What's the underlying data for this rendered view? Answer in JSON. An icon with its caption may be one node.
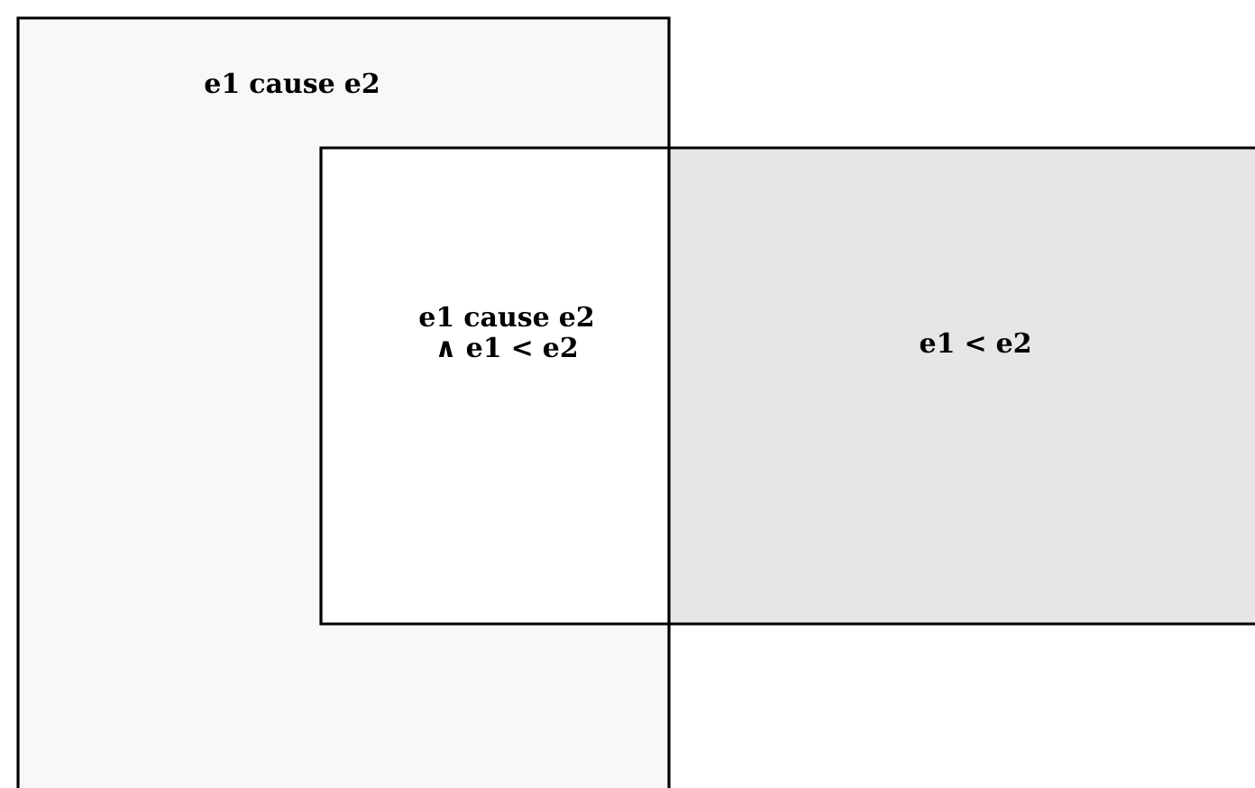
{
  "diagram": {
    "nodes": [
      {
        "text": [
          "e1 cause e2"
        ]
      },
      {
        "text": [
          "e1 < e2"
        ]
      },
      {
        "text": [
          "e1 cause e2 ∧ e1 < e2"
        ]
      }
    ]
  }
}
